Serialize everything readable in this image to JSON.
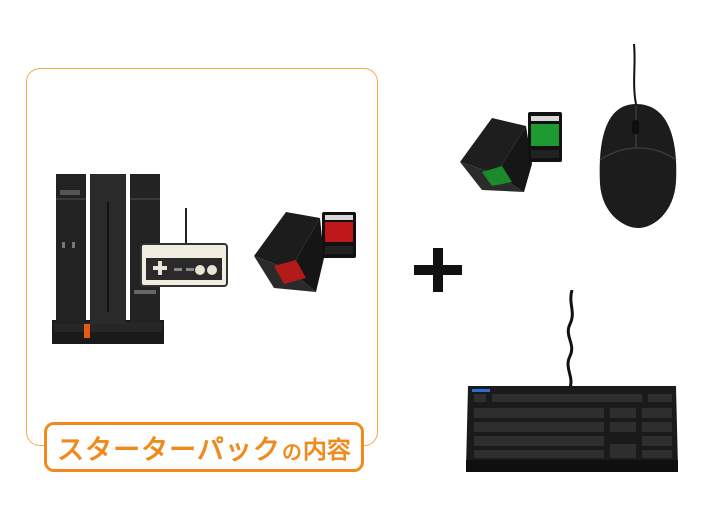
{
  "pack": {
    "label_part1": "スターターパック",
    "label_part2": "の",
    "label_part3": "内容"
  },
  "items": [
    {
      "name": "game-console"
    },
    {
      "name": "controller"
    },
    {
      "name": "cartridge-red"
    },
    {
      "name": "cartridge-green"
    },
    {
      "name": "mouse"
    },
    {
      "name": "keyboard"
    }
  ],
  "colors": {
    "accent": "#f08a1c",
    "frame": "#f5a94a",
    "device": "#1e1e1e"
  }
}
